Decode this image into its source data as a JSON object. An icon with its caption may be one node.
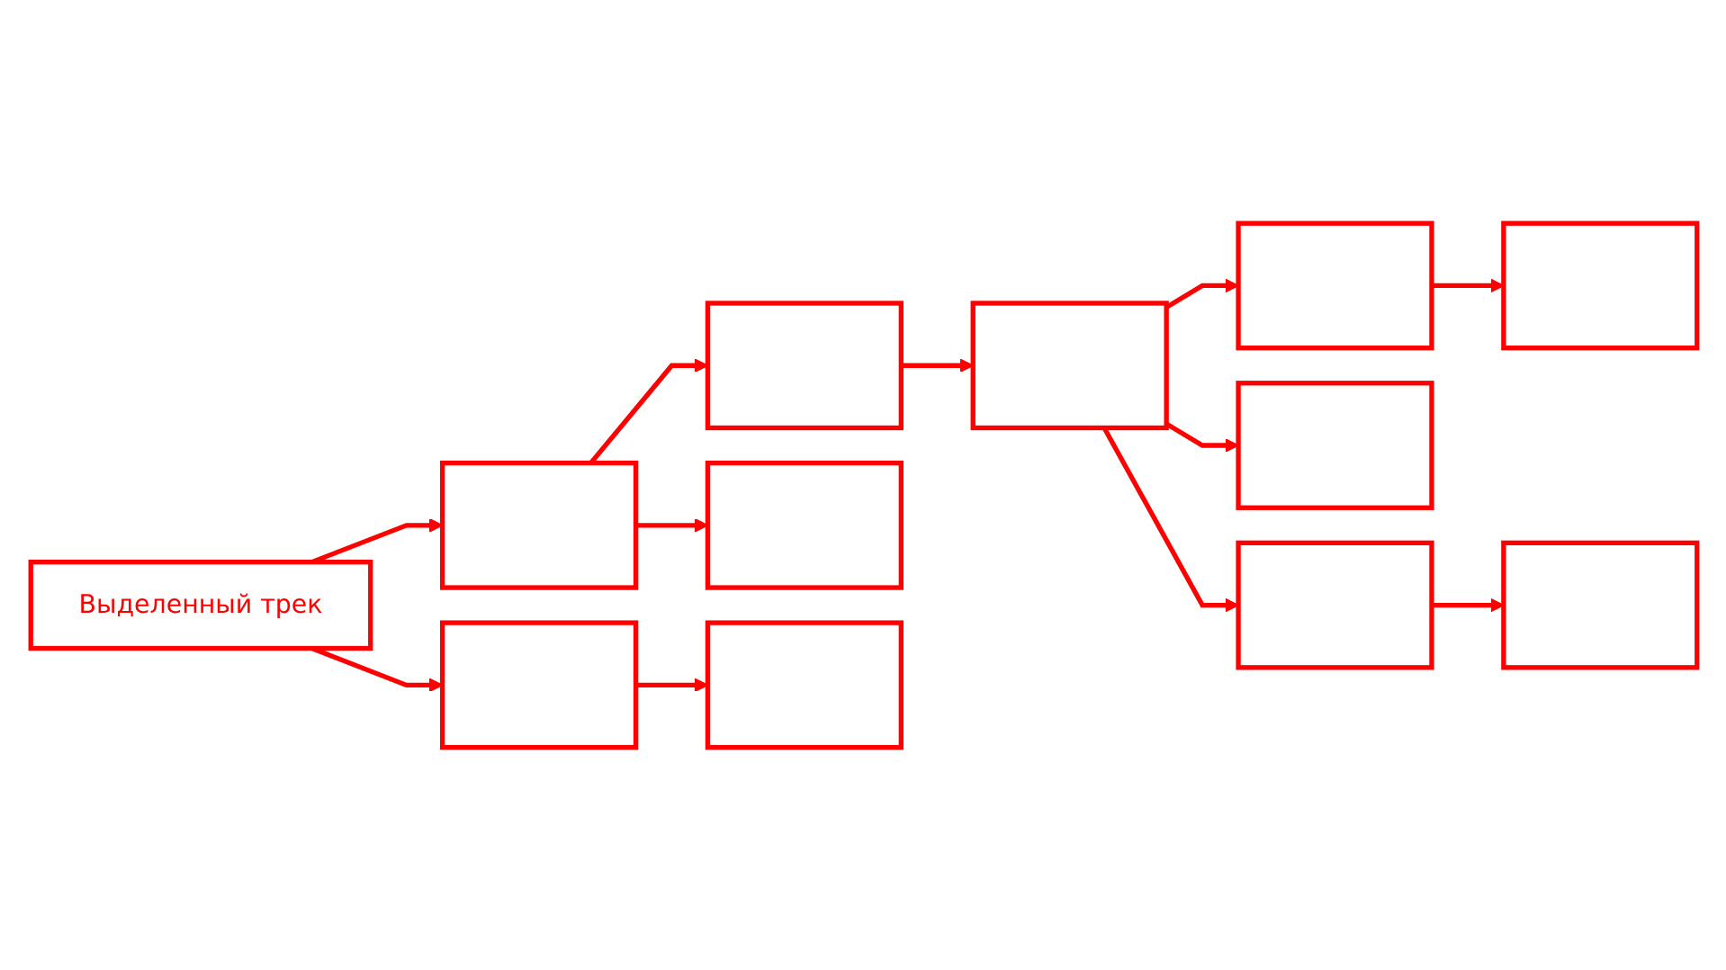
{
  "diagram": {
    "nodes": [
      {
        "text": [
          "Выделенный трек"
        ]
      },
      {
        "text": [],
        "shape": "box"
      },
      {
        "text": [],
        "shape": "box"
      },
      {
        "text": [],
        "shape": "box"
      },
      {
        "text": [],
        "shape": "box"
      },
      {
        "text": [],
        "shape": "box"
      },
      {
        "text": [],
        "shape": "box"
      },
      {
        "text": [],
        "shape": "box"
      },
      {
        "text": [],
        "shape": "box"
      },
      {
        "text": [],
        "shape": "box"
      },
      {
        "text": [],
        "shape": "box"
      },
      {
        "text": [],
        "shape": "box"
      }
    ],
    "edges": [
      {
        "from": 0,
        "to": 1,
        "arrow": "to"
      },
      {
        "from": 0,
        "to": 2,
        "arrow": "to"
      },
      {
        "from": 1,
        "to": 3,
        "arrow": "to"
      },
      {
        "from": 1,
        "to": 4,
        "arrow": "to"
      },
      {
        "from": 2,
        "to": 5,
        "arrow": "to"
      },
      {
        "from": 3,
        "to": 6,
        "arrow": "to"
      },
      {
        "from": 6,
        "to": 7,
        "arrow": "to"
      },
      {
        "from": 6,
        "to": 8,
        "arrow": "to"
      },
      {
        "from": 6,
        "to": 9,
        "arrow": "to"
      },
      {
        "from": 7,
        "to": 10,
        "arrow": "to"
      },
      {
        "from": 9,
        "to": 11,
        "arrow": "to"
      }
    ]
  }
}
